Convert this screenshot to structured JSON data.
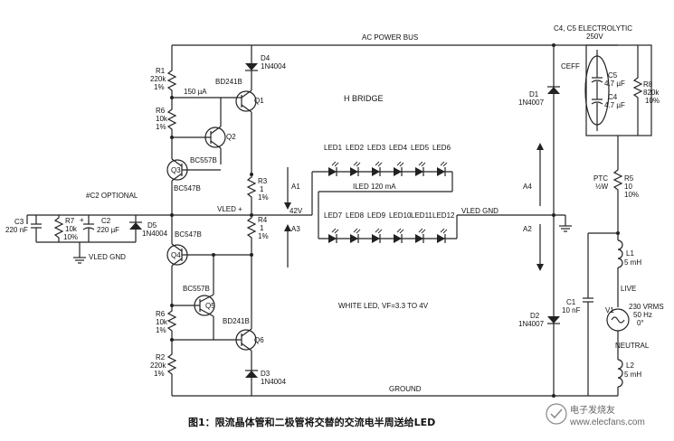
{
  "labels": {
    "ac_power_bus": "AC POWER BUS",
    "ground": "GROUND",
    "h_bridge": "H BRIDGE",
    "white_led": "WHITE LED, VF=3.3 TO 4V",
    "c2_optional": "#C2 OPTIONAL",
    "vled_plus": "VLED +",
    "vled_gnd_left": "VLED GND",
    "vled_gnd_mid": "VLED GND",
    "v42": "42V",
    "iled": "ILED 120 mA",
    "a1": "A1",
    "a2": "A2",
    "a3": "A3",
    "a4": "A4",
    "live": "LIVE",
    "neutral": "NEUTRAL",
    "ceff": "CEFF",
    "c45_title": "C4, C5 ELECTROLYTIC",
    "c45_volt": "250V",
    "ua150": "150 µA"
  },
  "components": {
    "r1": [
      "R1",
      "220k",
      "1%"
    ],
    "r2": [
      "R2",
      "220k",
      "1%"
    ],
    "r6": [
      "R6",
      "10k",
      "1%"
    ],
    "r6b": [
      "R6",
      "10k",
      "1%"
    ],
    "r3": [
      "R3",
      "1",
      "1%"
    ],
    "r4": [
      "R4",
      "1",
      "1%"
    ],
    "r7": [
      "R7",
      "10k",
      "10%"
    ],
    "r8": [
      "R8",
      "820k",
      "10%"
    ],
    "r5": [
      "PTC",
      "R5",
      "10",
      "½W",
      "10%"
    ],
    "c3": [
      "C3",
      "220 nF"
    ],
    "c2": [
      "C2",
      "220 µF"
    ],
    "c1": [
      "C1",
      "10 nF"
    ],
    "c5": [
      "C5",
      "4.7 µF"
    ],
    "c4": [
      "C4",
      "4.7 µF"
    ],
    "d1": [
      "D1",
      "1N4007"
    ],
    "d2": [
      "D2",
      "1N4007"
    ],
    "d3": [
      "D3",
      "1N4004"
    ],
    "d4": [
      "D4",
      "1N4004"
    ],
    "d5": [
      "D5",
      "1N4004"
    ],
    "q1": [
      "Q1",
      "BD241B"
    ],
    "q2": [
      "Q2",
      "BC557B"
    ],
    "q3": [
      "Q3",
      "BC547B"
    ],
    "q4": [
      "Q4",
      "BC547B"
    ],
    "q5": [
      "Q5",
      "BC557B"
    ],
    "q6": [
      "Q6",
      "BD241B"
    ],
    "l1": [
      "L1",
      "5 mH"
    ],
    "l2": [
      "L2",
      "5 mH"
    ],
    "v1": [
      "V1",
      "230 VRMS",
      "50 Hz",
      "0°"
    ]
  },
  "leds_top": [
    "LED1",
    "LED2",
    "LED3",
    "LED4",
    "LED5",
    "LED6"
  ],
  "leds_bottom": [
    "LED7",
    "LED8",
    "LED9",
    "LED10",
    "LED11",
    "LED12"
  ],
  "caption": "图1：限流晶体管和二极管将交替的交流电半周送给LED",
  "watermark": "电子发烧友",
  "watermark_url": "www.elecfans.com"
}
